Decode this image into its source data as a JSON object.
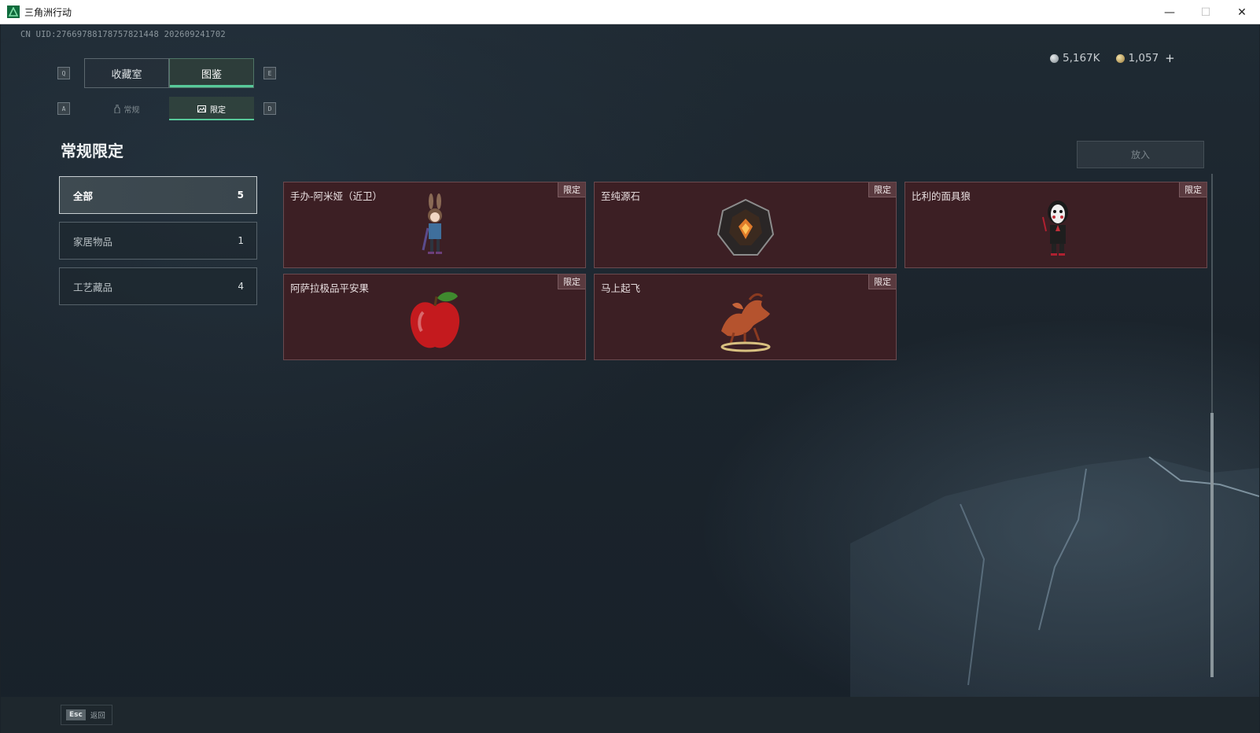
{
  "window": {
    "title": "三角洲行动",
    "minimize_glyph": "—",
    "maximize_glyph": "☐",
    "close_glyph": "✕"
  },
  "uid": "CN UID:27669788178757821448 202609241702",
  "key_hints": {
    "q": "Q",
    "e": "E",
    "a": "A",
    "d": "D"
  },
  "main_tabs": [
    {
      "label": "收藏室",
      "active": false
    },
    {
      "label": "图鉴",
      "active": true
    }
  ],
  "sub_tabs": [
    {
      "label": "常规",
      "icon": "bottle-icon",
      "active": false
    },
    {
      "label": "限定",
      "icon": "picture-icon",
      "active": true
    }
  ],
  "currency": {
    "silver": "5,167K",
    "gold": "1,057",
    "plus": "+"
  },
  "section_title": "常规限定",
  "put_in_button": "放入",
  "categories": [
    {
      "label": "全部",
      "count": "5",
      "active": true
    },
    {
      "label": "家居物品",
      "count": "1",
      "active": false
    },
    {
      "label": "工艺藏品",
      "count": "4",
      "active": false
    }
  ],
  "items": [
    {
      "name": "手办-阿米娅（近卫）",
      "badge": "限定",
      "icon": "amiya-figure-icon"
    },
    {
      "name": "至纯源石",
      "badge": "限定",
      "icon": "originium-crystal-icon"
    },
    {
      "name": "比利的面具狼",
      "badge": "限定",
      "icon": "billy-puppet-icon"
    },
    {
      "name": "阿萨拉极品平安果",
      "badge": "限定",
      "icon": "red-apple-icon"
    },
    {
      "name": "马上起飞",
      "badge": "限定",
      "icon": "flying-horse-icon"
    }
  ],
  "bottom": {
    "esc_key": "Esc",
    "esc_label": "返回"
  }
}
